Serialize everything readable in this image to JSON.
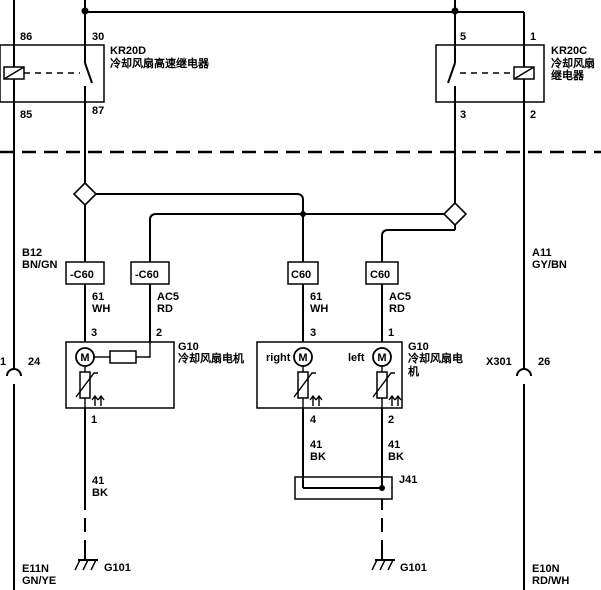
{
  "relay_left": {
    "id": "KR20D",
    "name": "冷却风扇高速继电器",
    "pins": {
      "coil_top": "86",
      "coil_bottom": "85",
      "switch_top": "30",
      "switch_bottom": "87"
    }
  },
  "relay_right": {
    "id": "KR20C",
    "name_line1": "冷却风扇",
    "name_line2": "继电器",
    "pins": {
      "switch_top": "5",
      "switch_bottom": "3",
      "coil_top": "1",
      "coil_bottom": "2"
    }
  },
  "wires": {
    "left_edge": {
      "code": "B12",
      "color": "BN/GN"
    },
    "right_edge": {
      "code": "A11",
      "color": "GY/BN"
    },
    "w1": {
      "code": "61",
      "color": "WH"
    },
    "w2": {
      "code": "AC5",
      "color": "RD"
    },
    "w3": {
      "code": "61",
      "color": "WH"
    },
    "w4": {
      "code": "AC5",
      "color": "RD"
    },
    "g1": {
      "code": "41",
      "color": "BK"
    },
    "g2": {
      "code": "41",
      "color": "BK"
    },
    "g3": {
      "code": "41",
      "color": "BK"
    },
    "bottom_left": {
      "code": "E11N",
      "color": "GN/YE"
    },
    "bottom_right": {
      "code": "E10N",
      "color": "RD/WH"
    }
  },
  "connectors": {
    "c1": "-C60",
    "c2": "-C60",
    "c3": "C60",
    "c4": "C60"
  },
  "motor_left": {
    "id": "G10",
    "name": "冷却风扇电机",
    "motor_symbol": "M",
    "pins": {
      "p3": "3",
      "p2": "2",
      "p1": "1"
    }
  },
  "motor_right": {
    "id": "G10",
    "name_line1": "冷却风扇电",
    "name_line2": "机",
    "label_right": "right",
    "label_left": "left",
    "motor_symbol": "M",
    "pins": {
      "p3": "3",
      "p1": "1",
      "p4": "4",
      "p2": "2"
    }
  },
  "left_edge_pin": {
    "pin": "24",
    "clip": "1"
  },
  "right_edge_connector": {
    "id": "X301",
    "pin": "26"
  },
  "junction": {
    "id": "J41"
  },
  "grounds": {
    "left": "G101",
    "right": "G101"
  }
}
